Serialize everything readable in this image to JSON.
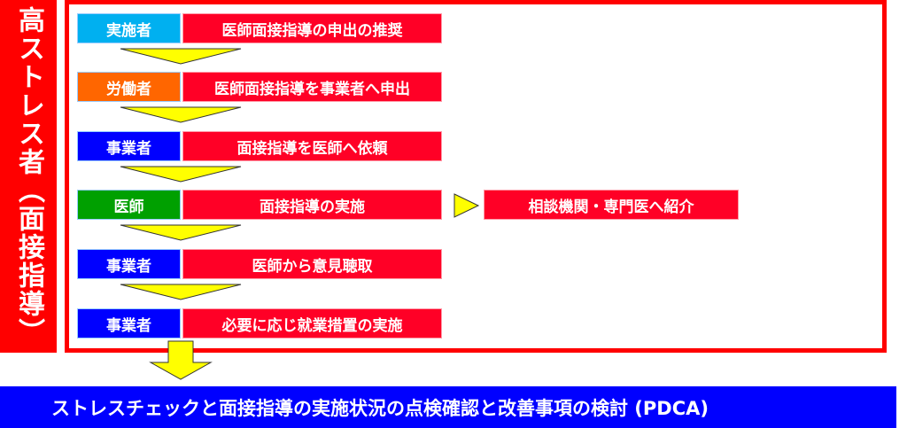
{
  "side_label": "高ストレス者（面接指導）",
  "steps": [
    {
      "actor": "実施者",
      "action": "医師面接指導の申出の推奨",
      "color": "#00b0f0"
    },
    {
      "actor": "労働者",
      "action": "医師面接指導を事業者へ申出",
      "color": "#ff6600"
    },
    {
      "actor": "事業者",
      "action": "面接指導を医師へ依頼",
      "color": "#0000ff"
    },
    {
      "actor": "医師",
      "action": "面接指導の実施",
      "color": "#00a000"
    },
    {
      "actor": "事業者",
      "action": "医師から意見聴取",
      "color": "#0000ff"
    },
    {
      "actor": "事業者",
      "action": "必要に応じ就業措置の実施",
      "color": "#0000ff"
    }
  ],
  "referral": "相談機関・専門医へ紹介",
  "footer": "ストレスチェックと面接指導の実施状況の点検確認と改善事項の検討 (PDCA)"
}
